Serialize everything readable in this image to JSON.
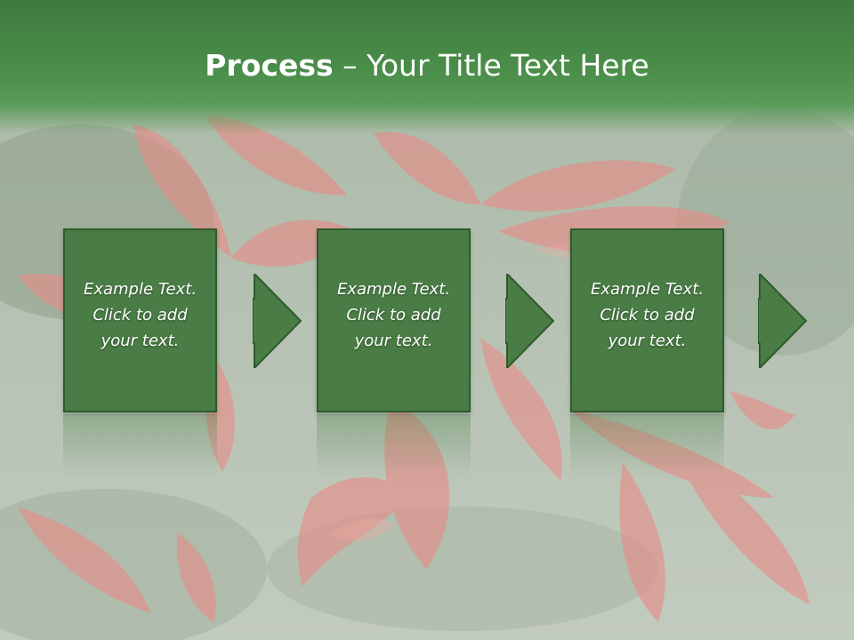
{
  "title": {
    "bold": "Process",
    "rest": " – Your Title Text Here"
  },
  "steps": [
    {
      "text": "Example Text.\nClick  to add\nyour text."
    },
    {
      "text": "Example Text.\nClick  to add\nyour text."
    },
    {
      "text": "Example Text.\nClick  to add\nyour text."
    }
  ],
  "colors": {
    "header": "#4b8f4a",
    "box": "#4a7d45",
    "box_border": "#2f5a2c",
    "background": "#b9c5b6",
    "petal": "#e98a85"
  }
}
